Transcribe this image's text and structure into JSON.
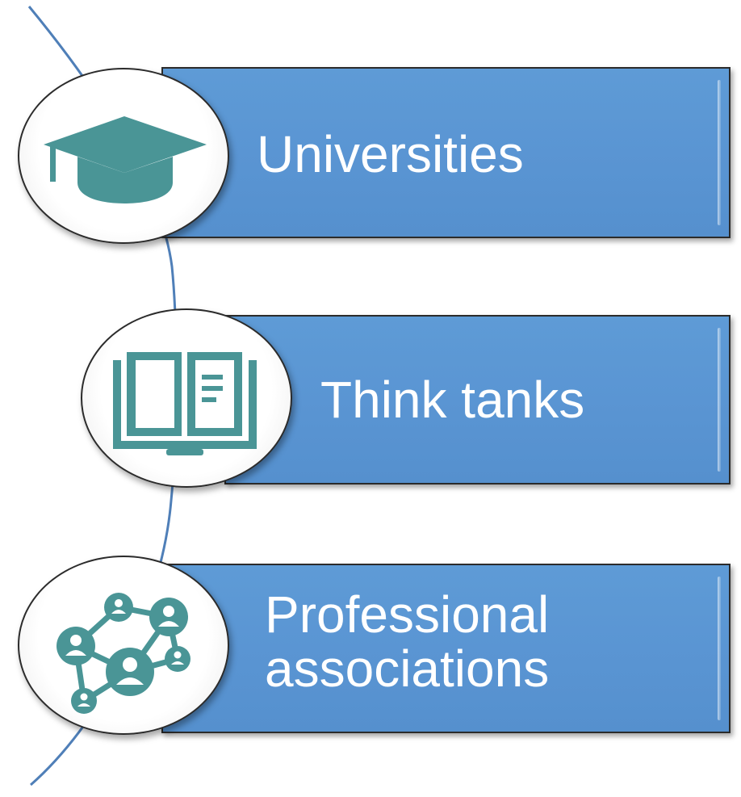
{
  "diagram": {
    "items": [
      {
        "label": "Universities",
        "icon": "graduation-cap-icon"
      },
      {
        "label": "Think tanks",
        "icon": "open-book-icon"
      },
      {
        "label": "Professional associations",
        "label_lines": [
          "Professional",
          "associations"
        ],
        "icon": "people-network-icon"
      }
    ],
    "colors": {
      "box_fill": "#5b97d4",
      "icon": "#4a9596",
      "connector": "#4f7fb8",
      "text": "#ffffff"
    }
  }
}
